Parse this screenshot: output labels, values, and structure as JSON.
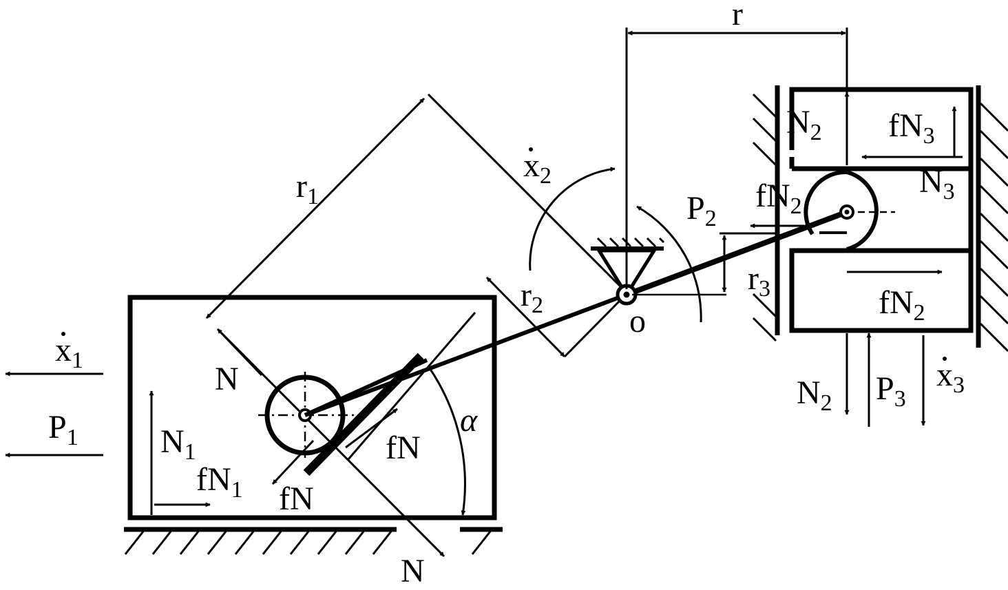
{
  "labels": {
    "r": "r",
    "r1": "r",
    "r1_sub": "1",
    "x2": "x",
    "x2_sub": "2",
    "r2": "r",
    "r2_sub": "2",
    "P2": "P",
    "P2_sub": "2",
    "r3": "r",
    "r3_sub": "3",
    "o": "o",
    "N2_top": "N",
    "N2_top_sub": "2",
    "fN3": "fN",
    "fN3_sub": "3",
    "N3": "N",
    "N3_sub": "3",
    "fN2_left": "fN",
    "fN2_left_sub": "2",
    "fN2_right": "fN",
    "fN2_right_sub": "2",
    "N2_bottom": "N",
    "N2_bottom_sub": "2",
    "P3": "P",
    "P3_sub": "3",
    "x3": "x",
    "x3_sub": "3",
    "x1": "x",
    "x1_sub": "1",
    "P1": "P",
    "P1_sub": "1",
    "N_upper": "N",
    "N1": "N",
    "N1_sub": "1",
    "fN1": "fN",
    "fN1_sub": "1",
    "fN_lower": "fN",
    "fN_upper": "fN",
    "alpha": "α",
    "N_lower": "N"
  }
}
